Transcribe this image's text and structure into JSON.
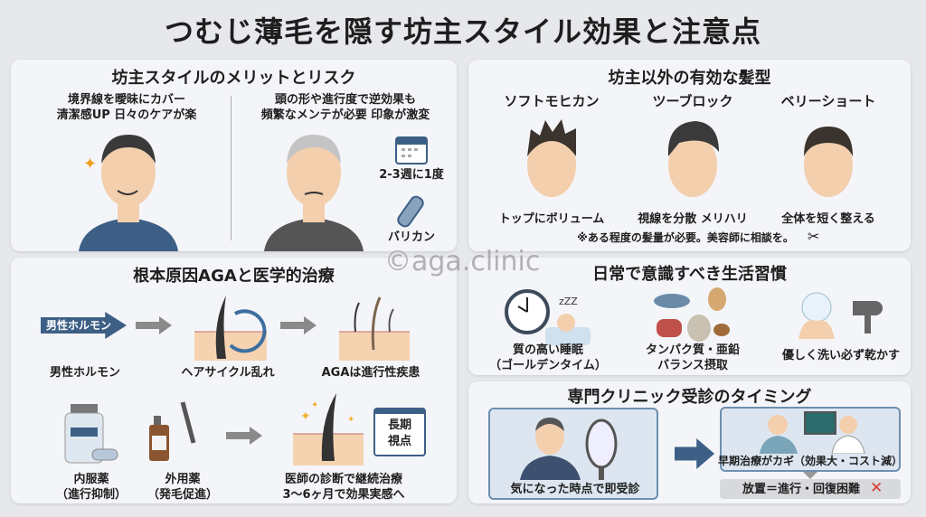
{
  "title": "つむじ薄毛を隠す坊主スタイル効果と注意点",
  "watermark": "©aga.clinic",
  "merit": {
    "title": "坊主スタイルのメリットとリスク",
    "merit_line1": "境界線を曖昧にカバー",
    "merit_line2": "清潔感UP  日々のケアが楽",
    "risk_line1": "頭の形や進行度で逆効果も",
    "risk_line2": "頻繁なメンテが必要  印象が激変",
    "calendar_label": "2-3週に1度",
    "clipper_label": "バリカン"
  },
  "styles": {
    "title": "坊主以外の有効な髪型",
    "items": [
      {
        "name": "ソフトモヒカン",
        "desc": "トップにボリューム"
      },
      {
        "name": "ツーブロック",
        "desc": "視線を分散 メリハリ"
      },
      {
        "name": "ベリーショート",
        "desc": "全体を短く整える"
      }
    ],
    "note": "※ある程度の髪量が必要。美容師に相談を。"
  },
  "aga": {
    "title": "根本原因AGAと医学的治療",
    "arrow_label": "男性ホルモン",
    "step1": "男性ホルモン",
    "step2": "ヘアサイクル乱れ",
    "step3": "AGAは進行性疾患",
    "med1_line1": "内服薬",
    "med1_line2": "（進行抑制）",
    "med2_line1": "外用薬",
    "med2_line2": "（発毛促進）",
    "calendar_line1": "長期",
    "calendar_line2": "視点",
    "result_line1": "医師の診断で継続治療",
    "result_line2": "3〜6ヶ月で効果実感へ"
  },
  "habits": {
    "title": "日常で意識すべき生活習慣",
    "items": [
      {
        "line1": "質の高い睡眠",
        "line2": "（ゴールデンタイム）"
      },
      {
        "line1": "タンパク質・亜鉛",
        "line2": "バランス摂取"
      },
      {
        "line1": "優しく洗い必ず乾かす",
        "line2": ""
      }
    ]
  },
  "clinic": {
    "title": "専門クリニック受診のタイミング",
    "left_caption": "気になった時点で即受診",
    "right_caption": "早期治療がカギ（効果大・コスト減）",
    "warning": "放置＝進行・回復困難"
  },
  "colors": {
    "accent": "#3d5f86",
    "skin": "#f3cfae",
    "warning": "#d83a2e"
  }
}
